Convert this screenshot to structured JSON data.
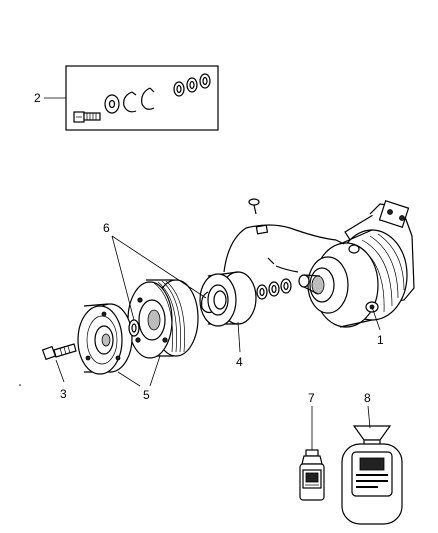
{
  "callouts": {
    "c1": "1",
    "c2": "2",
    "c3": "3",
    "c4": "4",
    "c5": "5",
    "c6": "6",
    "c7": "7",
    "c8": "8"
  },
  "colors": {
    "line": "#000000",
    "background": "#ffffff",
    "shade": "#bdbdbd"
  }
}
